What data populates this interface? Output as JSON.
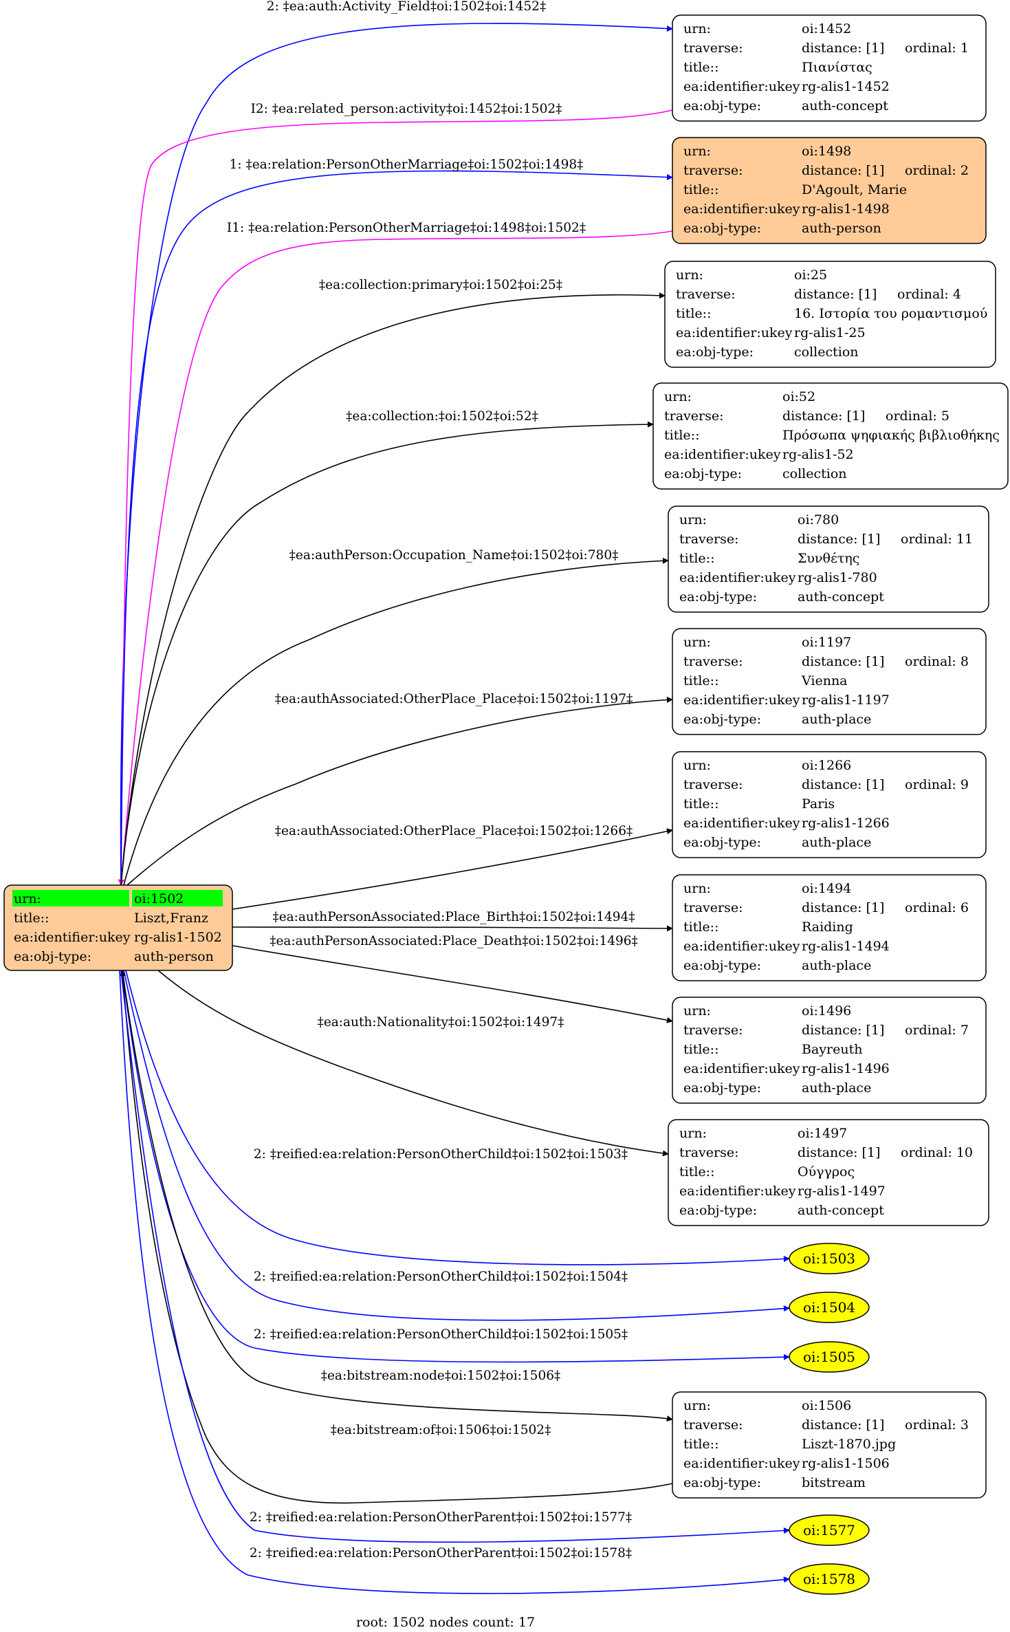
{
  "footer": "root: 1502 nodes count: 17",
  "colors": {
    "blue": "#0000ff",
    "magenta": "#ff00ff",
    "black": "#000000",
    "root_fill": "#ffcc99",
    "urn_highlight": "#00ff00",
    "leaf_fill": "#ffff00"
  },
  "field_labels": {
    "urn": "urn:",
    "traverse": "traverse:",
    "title": "title::",
    "ukey": "ea:identifier:ukey",
    "objtype": "ea:obj-type:"
  },
  "root": {
    "urn": "oi:1502",
    "title": "Liszt,Franz",
    "ukey": "rg-alis1-1502",
    "objtype": "auth-person"
  },
  "nodes": [
    {
      "id": "n1452",
      "urn": "oi:1452",
      "distance": "distance: [1]",
      "ordinal": "ordinal: 1",
      "title": "Πιανίστας",
      "ukey": "rg-alis1-1452",
      "objtype": "auth-concept",
      "highlight": false
    },
    {
      "id": "n1498",
      "urn": "oi:1498",
      "distance": "distance: [1]",
      "ordinal": "ordinal: 2",
      "title": "D'Agoult, Marie",
      "ukey": "rg-alis1-1498",
      "objtype": "auth-person",
      "highlight": true
    },
    {
      "id": "n25",
      "urn": "oi:25",
      "distance": "distance: [1]",
      "ordinal": "ordinal: 4",
      "title": "16. Ιστορία του ρομαντισμού",
      "ukey": "rg-alis1-25",
      "objtype": "collection",
      "highlight": false
    },
    {
      "id": "n52",
      "urn": "oi:52",
      "distance": "distance: [1]",
      "ordinal": "ordinal: 5",
      "title": "Πρόσωπα ψηφιακής βιβλιοθήκης",
      "ukey": "rg-alis1-52",
      "objtype": "collection",
      "highlight": false
    },
    {
      "id": "n780",
      "urn": "oi:780",
      "distance": "distance: [1]",
      "ordinal": "ordinal: 11",
      "title": "Συνθέτης",
      "ukey": "rg-alis1-780",
      "objtype": "auth-concept",
      "highlight": false
    },
    {
      "id": "n1197",
      "urn": "oi:1197",
      "distance": "distance: [1]",
      "ordinal": "ordinal: 8",
      "title": "Vienna",
      "ukey": "rg-alis1-1197",
      "objtype": "auth-place",
      "highlight": false
    },
    {
      "id": "n1266",
      "urn": "oi:1266",
      "distance": "distance: [1]",
      "ordinal": "ordinal: 9",
      "title": "Paris",
      "ukey": "rg-alis1-1266",
      "objtype": "auth-place",
      "highlight": false
    },
    {
      "id": "n1494",
      "urn": "oi:1494",
      "distance": "distance: [1]",
      "ordinal": "ordinal: 6",
      "title": "Raiding",
      "ukey": "rg-alis1-1494",
      "objtype": "auth-place",
      "highlight": false
    },
    {
      "id": "n1496",
      "urn": "oi:1496",
      "distance": "distance: [1]",
      "ordinal": "ordinal: 7",
      "title": "Bayreuth",
      "ukey": "rg-alis1-1496",
      "objtype": "auth-place",
      "highlight": false
    },
    {
      "id": "n1497",
      "urn": "oi:1497",
      "distance": "distance: [1]",
      "ordinal": "ordinal: 10",
      "title": "Ούγγρος",
      "ukey": "rg-alis1-1497",
      "objtype": "auth-concept",
      "highlight": false
    },
    {
      "id": "n1506",
      "urn": "oi:1506",
      "distance": "distance: [1]",
      "ordinal": "ordinal: 3",
      "title": "Liszt-1870.jpg",
      "ukey": "rg-alis1-1506",
      "objtype": "bitstream",
      "highlight": false
    }
  ],
  "ellipses": [
    {
      "id": "e1503",
      "label": "oi:1503"
    },
    {
      "id": "e1504",
      "label": "oi:1504"
    },
    {
      "id": "e1505",
      "label": "oi:1505"
    },
    {
      "id": "e1577",
      "label": "oi:1577"
    },
    {
      "id": "e1578",
      "label": "oi:1578"
    }
  ],
  "edges": [
    {
      "id": "a1",
      "label": "2: ‡ea:auth:Activity_Field‡oi:1502‡oi:1452‡",
      "color": "blue"
    },
    {
      "id": "a2",
      "label": "I2: ‡ea:related_person:activity‡oi:1452‡oi:1502‡",
      "color": "magenta"
    },
    {
      "id": "a3",
      "label": "1: ‡ea:relation:PersonOtherMarriage‡oi:1502‡oi:1498‡",
      "color": "blue"
    },
    {
      "id": "a4",
      "label": "I1: ‡ea:relation:PersonOtherMarriage‡oi:1498‡oi:1502‡",
      "color": "magenta"
    },
    {
      "id": "a5",
      "label": "‡ea:collection:primary‡oi:1502‡oi:25‡",
      "color": "black"
    },
    {
      "id": "a6",
      "label": "‡ea:collection:‡oi:1502‡oi:52‡",
      "color": "black"
    },
    {
      "id": "a7",
      "label": "‡ea:authPerson:Occupation_Name‡oi:1502‡oi:780‡",
      "color": "black"
    },
    {
      "id": "a8",
      "label": "‡ea:authAssociated:OtherPlace_Place‡oi:1502‡oi:1197‡",
      "color": "black"
    },
    {
      "id": "a9",
      "label": "‡ea:authAssociated:OtherPlace_Place‡oi:1502‡oi:1266‡",
      "color": "black"
    },
    {
      "id": "a10",
      "label": "‡ea:authPersonAssociated:Place_Birth‡oi:1502‡oi:1494‡",
      "color": "black"
    },
    {
      "id": "a11",
      "label": "‡ea:authPersonAssociated:Place_Death‡oi:1502‡oi:1496‡",
      "color": "black"
    },
    {
      "id": "a12",
      "label": "‡ea:auth:Nationality‡oi:1502‡oi:1497‡",
      "color": "black"
    },
    {
      "id": "a13",
      "label": "2: ‡reified:ea:relation:PersonOtherChild‡oi:1502‡oi:1503‡",
      "color": "blue"
    },
    {
      "id": "a14",
      "label": "2: ‡reified:ea:relation:PersonOtherChild‡oi:1502‡oi:1504‡",
      "color": "blue"
    },
    {
      "id": "a15",
      "label": "2: ‡reified:ea:relation:PersonOtherChild‡oi:1502‡oi:1505‡",
      "color": "blue"
    },
    {
      "id": "a16",
      "label": "‡ea:bitstream:node‡oi:1502‡oi:1506‡",
      "color": "black"
    },
    {
      "id": "a17",
      "label": "‡ea:bitstream:of‡oi:1506‡oi:1502‡",
      "color": "black"
    },
    {
      "id": "a18",
      "label": "2: ‡reified:ea:relation:PersonOtherParent‡oi:1502‡oi:1577‡",
      "color": "blue"
    },
    {
      "id": "a19",
      "label": "2: ‡reified:ea:relation:PersonOtherParent‡oi:1502‡oi:1578‡",
      "color": "blue"
    }
  ]
}
